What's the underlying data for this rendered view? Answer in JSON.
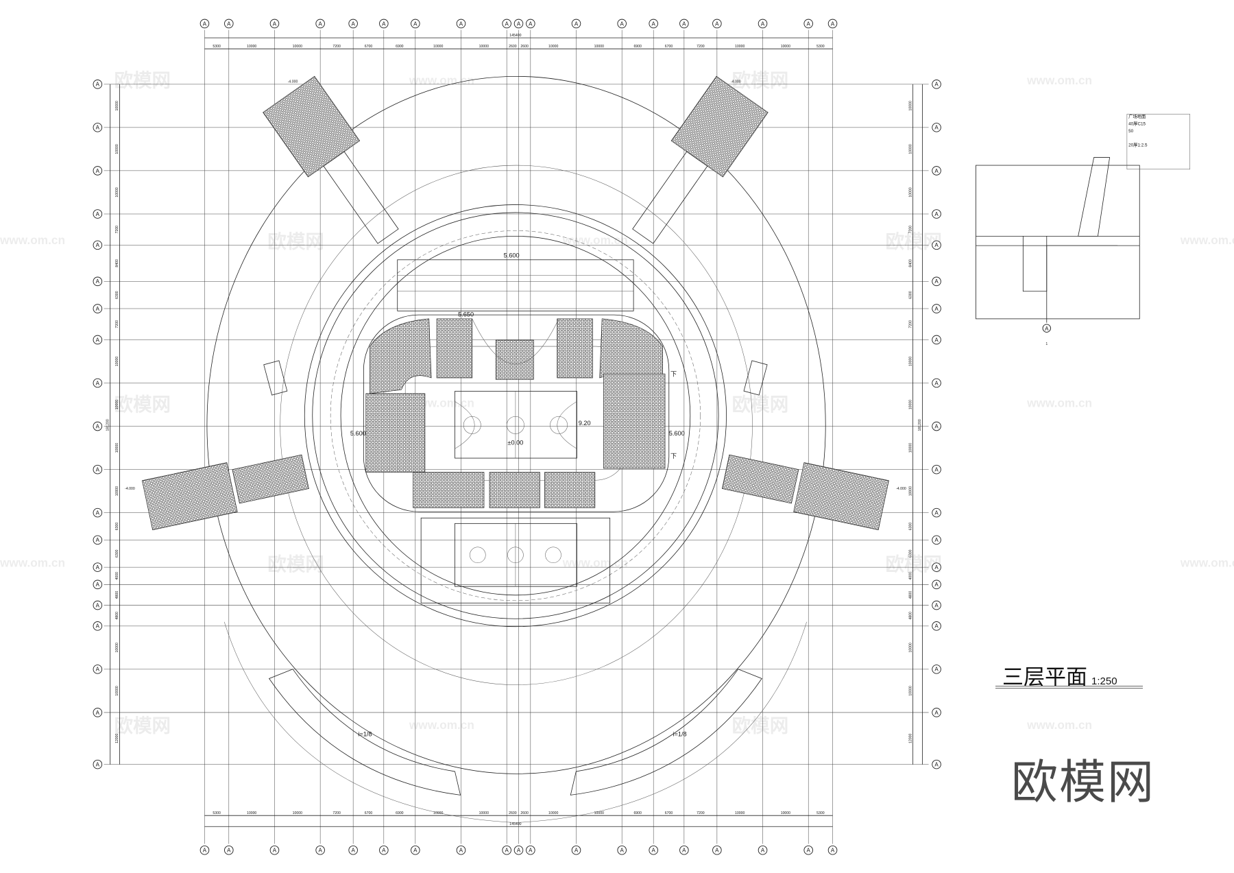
{
  "drawing": {
    "title": "三层平面",
    "scale": "1:250",
    "logo": "欧模网",
    "watermark_text": "欧模网",
    "watermark_url": "www.om.cn",
    "axis_bubble_label": "A",
    "top_total_dimension": "145400",
    "bottom_total_dimension": "145400",
    "column_dimensions": [
      "5300",
      "10000",
      "10000",
      "7200",
      "6700",
      "6900",
      "10000",
      "10000",
      "2600",
      "2600",
      "10000",
      "10000",
      "6900",
      "6700",
      "7200",
      "10000",
      "10000",
      "5300"
    ],
    "row_dimensions": [
      "10000",
      "10000",
      "10000",
      "7200",
      "8400",
      "6300",
      "7200",
      "10000",
      "10000",
      "10000",
      "10000",
      "6300",
      "6300",
      "4000",
      "4800",
      "4800",
      "10000",
      "10000",
      "12000"
    ],
    "total_row_dimension": "181200"
  },
  "plan_labels": {
    "level_upper": "5.600",
    "level_court": "±0.00",
    "level_roof": "9.20",
    "level_side_left": "5.600",
    "level_side_right": "5.600",
    "level_stand_top": "5.650",
    "ramp_left": "i=1/8",
    "ramp_right": "i=1/8",
    "stair_down_1": "下",
    "stair_down_2": "下",
    "level_left_stand": "-4.000",
    "level_right_stand": "-4.000",
    "level_nw": "-4.000",
    "level_ne": "-4.000"
  },
  "detail": {
    "notes": [
      "广场地面",
      "40厚C15",
      "50",
      "20厚1:2.5"
    ],
    "section_label": "1",
    "axis_label": "A"
  }
}
